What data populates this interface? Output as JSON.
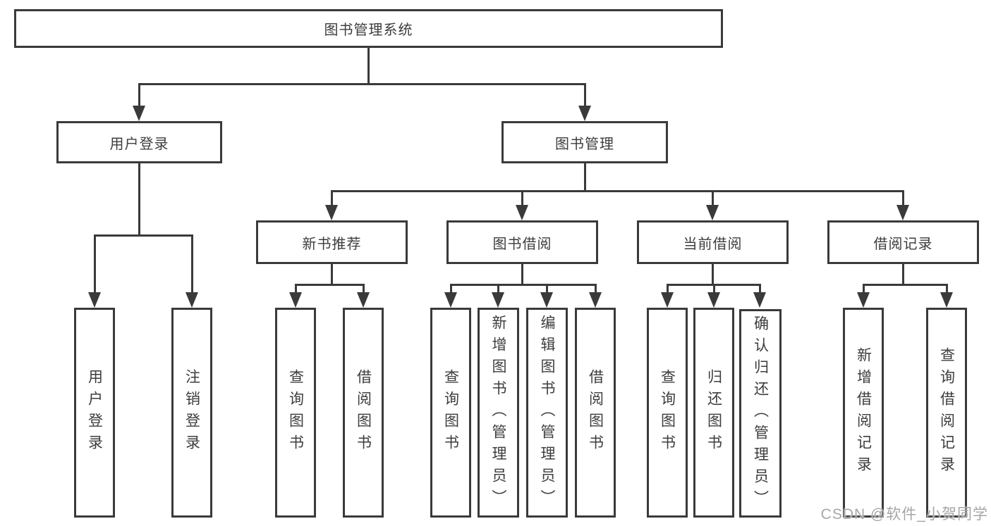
{
  "watermark": "CSDN @软件_小贺同学",
  "colors": {
    "line": "#3a3a3a",
    "text": "#3d3d3d",
    "watermark": "#a6a6a6",
    "background": "#ffffff"
  },
  "tree": {
    "label": "图书管理系统",
    "children": [
      {
        "label": "用户登录",
        "children": [
          {
            "label": "用户登录"
          },
          {
            "label": "注销登录"
          }
        ]
      },
      {
        "label": "图书管理",
        "children": [
          {
            "label": "新书推荐",
            "children": [
              {
                "label": "查询图书"
              },
              {
                "label": "借阅图书"
              }
            ]
          },
          {
            "label": "图书借阅",
            "children": [
              {
                "label": "查询图书"
              },
              {
                "label": "新增图书（管理员）"
              },
              {
                "label": "编辑图书（管理员）"
              },
              {
                "label": "借阅图书"
              }
            ]
          },
          {
            "label": "当前借阅",
            "children": [
              {
                "label": "查询图书"
              },
              {
                "label": "归还图书"
              },
              {
                "label": "确认归还（管理员）"
              }
            ]
          },
          {
            "label": "借阅记录",
            "children": [
              {
                "label": "新增借阅记录"
              },
              {
                "label": "查询借阅记录"
              }
            ]
          }
        ]
      }
    ]
  }
}
